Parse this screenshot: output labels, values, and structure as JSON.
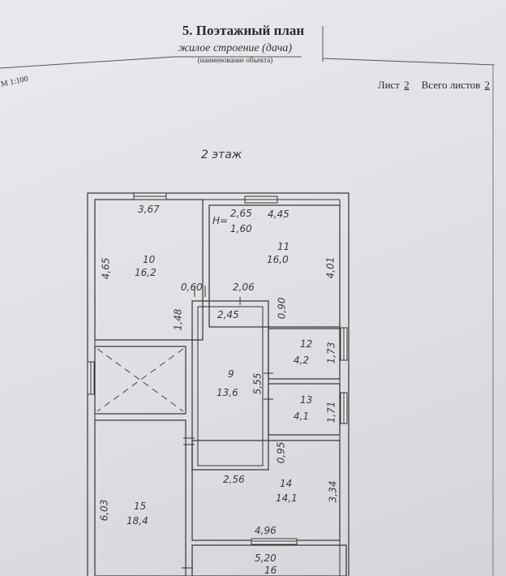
{
  "header": {
    "title": "5. Поэтажный план",
    "object_name": "жилое строение (дача)",
    "object_caption": "(наименование объекта)",
    "scale": "М 1:100",
    "sheet_label": "Лист",
    "sheet_number": "2",
    "total_label": "Всего листов",
    "total_sheets": "2"
  },
  "floor_label": "2 этаж",
  "rooms": [
    {
      "number": "10",
      "area": "16,2"
    },
    {
      "number": "11",
      "area": "16,0"
    },
    {
      "number": "12",
      "area": "4,2"
    },
    {
      "number": "13",
      "area": "4,1"
    },
    {
      "number": "9",
      "area": "13,6"
    },
    {
      "number": "14",
      "area": "14,1"
    },
    {
      "number": "15",
      "area": "18,4"
    },
    {
      "number": "16",
      "area": ""
    }
  ],
  "height_mark": {
    "prefix": "H=",
    "top": "2,65",
    "bottom": "1,60"
  },
  "dimensions": {
    "d367": "3,67",
    "d445": "4,45",
    "d465": "4,65",
    "d060": "0,60",
    "d206": "2,06",
    "d401": "4,01",
    "d148": "1,48",
    "d245": "2,45",
    "d090": "0,90",
    "d173": "1,73",
    "d555": "5,55",
    "d171": "1,71",
    "d095": "0,95",
    "d256": "2,56",
    "d334": "3,34",
    "d603": "6,03",
    "d496": "4,96",
    "d520": "5,20"
  }
}
